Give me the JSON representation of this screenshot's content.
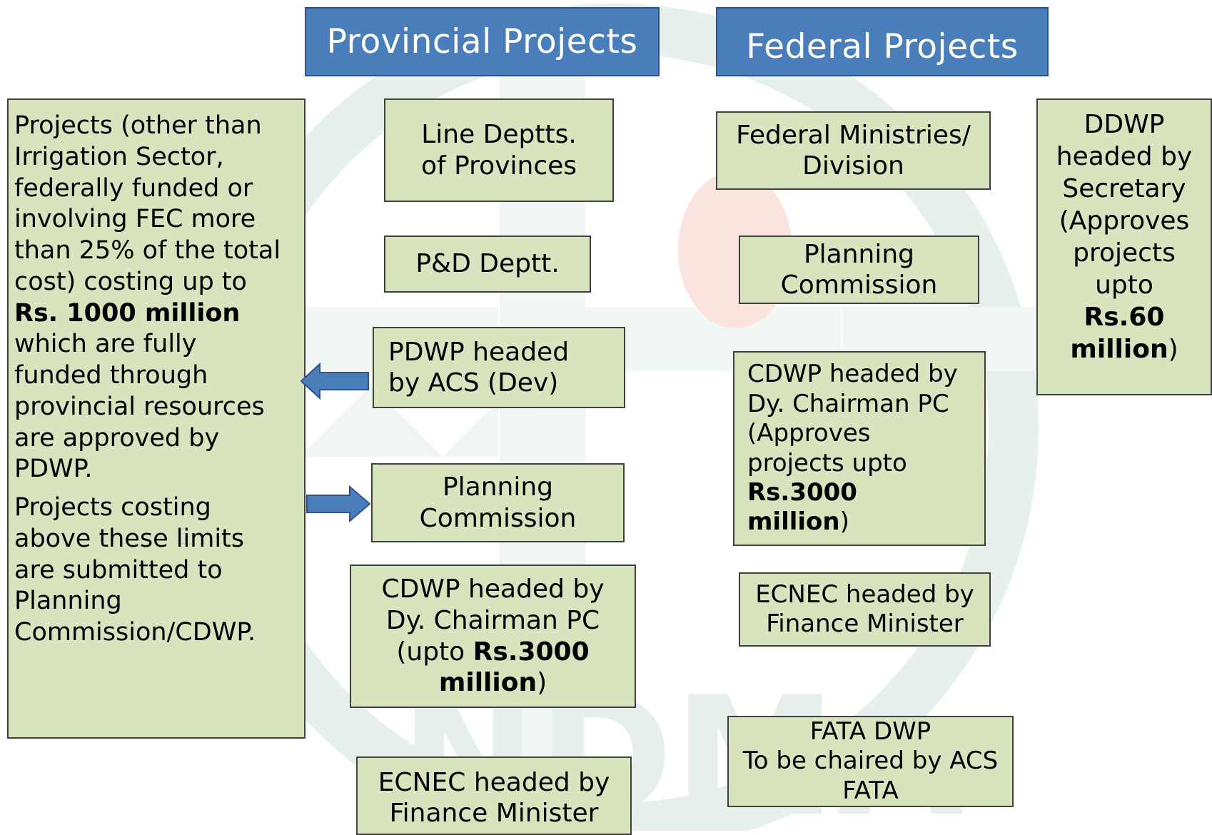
{
  "headers": {
    "provincial": "Provincial Projects",
    "federal": "Federal Projects"
  },
  "left_note": {
    "para1": {
      "line1": "Projects (other than",
      "line2": "Irrigation Sector,",
      "line3": "federally funded or",
      "line4": "involving FEC more",
      "line5": "than 25% of the total",
      "line6": "cost) costing up to",
      "line7_bold": "Rs. 1000 million",
      "line8": "which are fully",
      "line9": "funded through",
      "line10": "provincial resources",
      "line11": "are approved by",
      "line12": "PDWP."
    },
    "para2": {
      "line1": "Projects costing",
      "line2": "above these limits",
      "line3": "are submitted to",
      "line4": "Planning",
      "line5": "Commission/CDWP."
    }
  },
  "provincial": {
    "line_deptts": {
      "line1": "Line Deptts.",
      "line2": "of Provinces"
    },
    "pnd": {
      "line1": "P&D Deptt."
    },
    "pdwp": {
      "line1": "PDWP headed",
      "line2": "by ACS (Dev)"
    },
    "planning": {
      "line1": "Planning",
      "line2": "Commission"
    },
    "cdwp": {
      "line1": "CDWP headed by",
      "line2": "Dy. Chairman PC",
      "line3_pre": "(upto ",
      "line3_bold": "Rs.3000",
      "line4_bold": "million",
      "line4_post": ")"
    },
    "ecnec": {
      "line1": "ECNEC headed by",
      "line2": "Finance Minister"
    }
  },
  "federal": {
    "ministries": {
      "line1": "Federal Ministries/",
      "line2": "Division"
    },
    "planning": {
      "line1": "Planning",
      "line2": "Commission"
    },
    "cdwp": {
      "line1": "CDWP headed by",
      "line2": "Dy. Chairman PC",
      "line3": "(Approves",
      "line4": "projects upto",
      "line5_bold": "Rs.3000",
      "line6_bold": "million",
      "line6_post": ")"
    },
    "ecnec": {
      "line1": "ECNEC headed by",
      "line2": "Finance Minister"
    },
    "fata": {
      "line1": "FATA DWP",
      "line2": "To be chaired by ACS",
      "line3": "FATA"
    }
  },
  "ddwp": {
    "line1": "DDWP",
    "line2": "headed by",
    "line3": "Secretary",
    "line4": "(Approves",
    "line5": "projects",
    "line6": "upto",
    "line7_bold": "Rs.60",
    "line8_bold": "million",
    "line8_post": ")"
  },
  "watermark": {
    "text": "NDMA"
  },
  "colors": {
    "header_fill": "#4a7ebb",
    "box_fill": "#d7e4bd",
    "arrow_fill": "#4a7ebb"
  }
}
